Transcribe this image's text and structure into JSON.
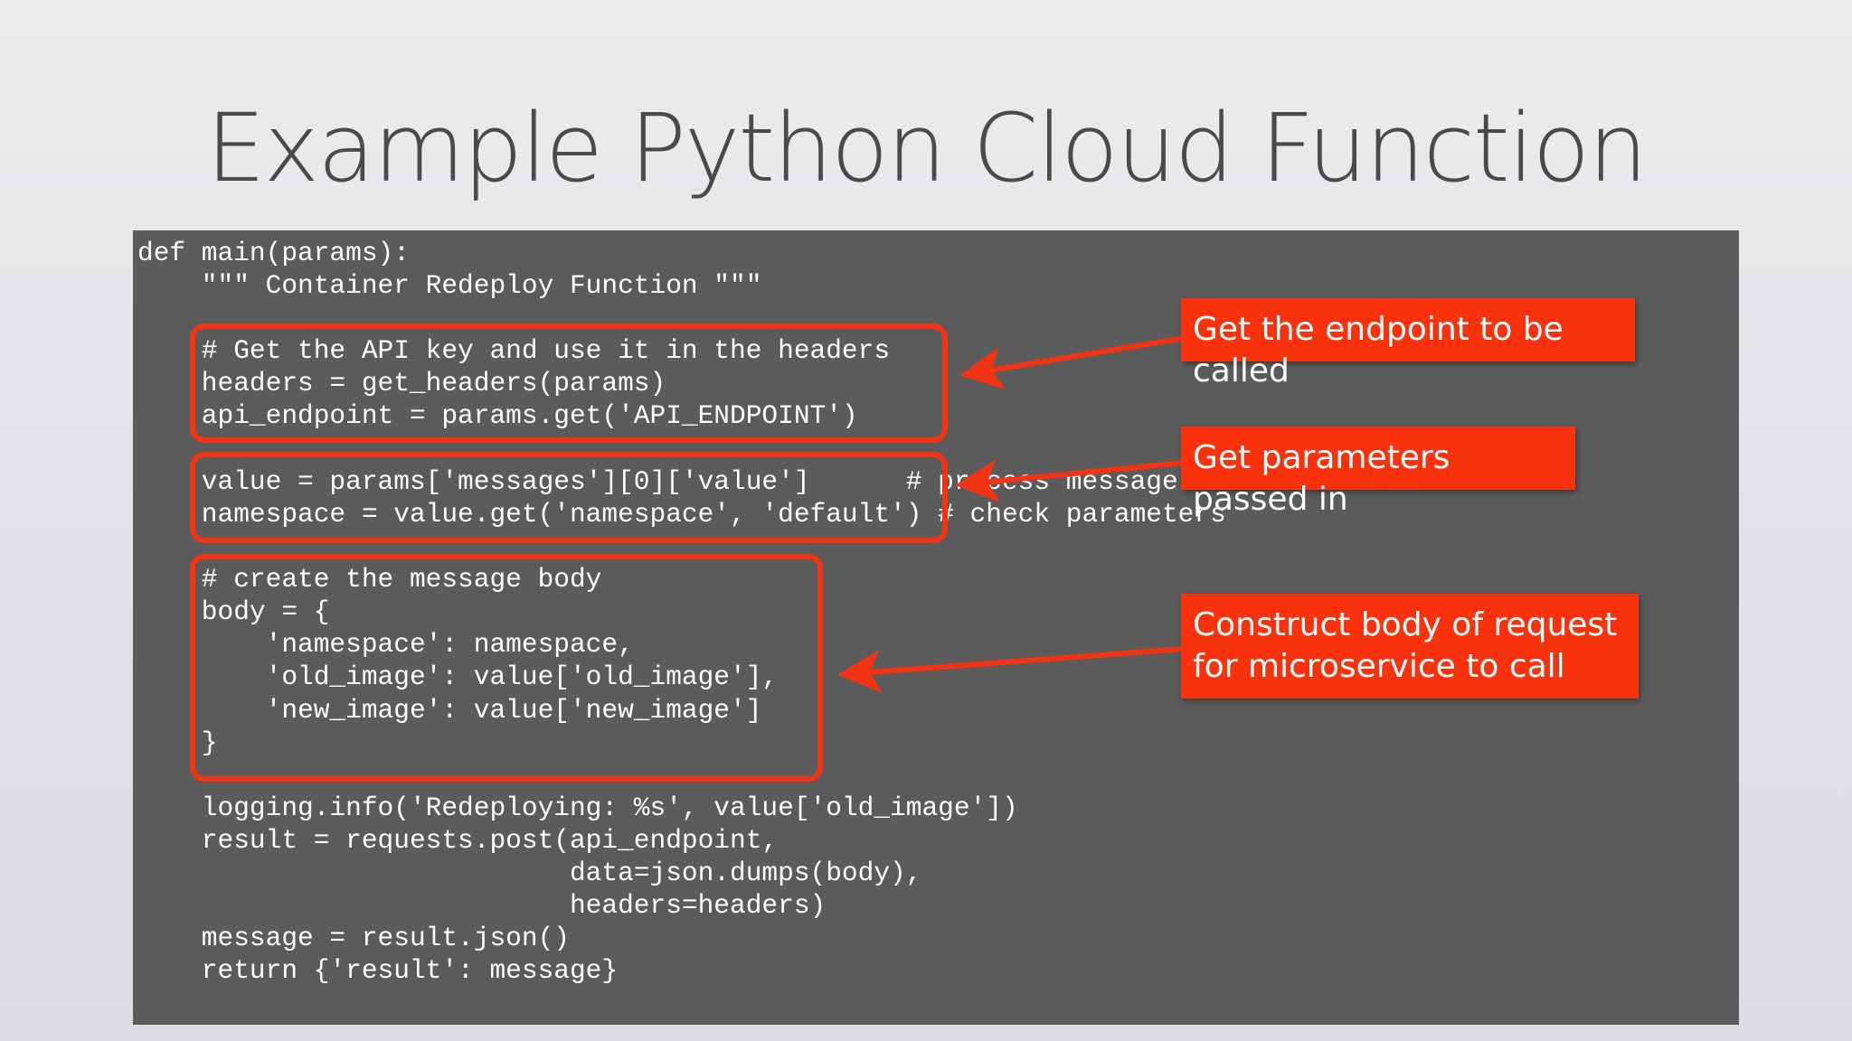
{
  "slide": {
    "title": "Example Python Cloud Function"
  },
  "code": {
    "lines": [
      "def main(params):",
      "    \"\"\" Container Redeploy Function \"\"\"",
      "",
      "    # Get the API key and use it in the headers",
      "    headers = get_headers(params)",
      "    api_endpoint = params.get('API_ENDPOINT')",
      "",
      "    value = params['messages'][0]['value']      # process message",
      "    namespace = value.get('namespace', 'default') # check parameters",
      "",
      "    # create the message body",
      "    body = {",
      "        'namespace': namespace,",
      "        'old_image': value['old_image'],",
      "        'new_image': value['new_image']",
      "    }",
      "",
      "    logging.info('Redeploying: %s', value['old_image'])",
      "    result = requests.post(api_endpoint,",
      "                           data=json.dumps(body),",
      "                           headers=headers)",
      "    message = result.json()",
      "    return {'result': message}"
    ]
  },
  "callouts": {
    "endpoint": "Get the endpoint to be called",
    "parameters": "Get parameters passed in",
    "body_line1": "Construct body of request",
    "body_line2": "for microservice to call"
  },
  "colors": {
    "accent_red": "#f8320d",
    "code_background": "#5b5b5b",
    "title_text": "#4a4a4a"
  }
}
